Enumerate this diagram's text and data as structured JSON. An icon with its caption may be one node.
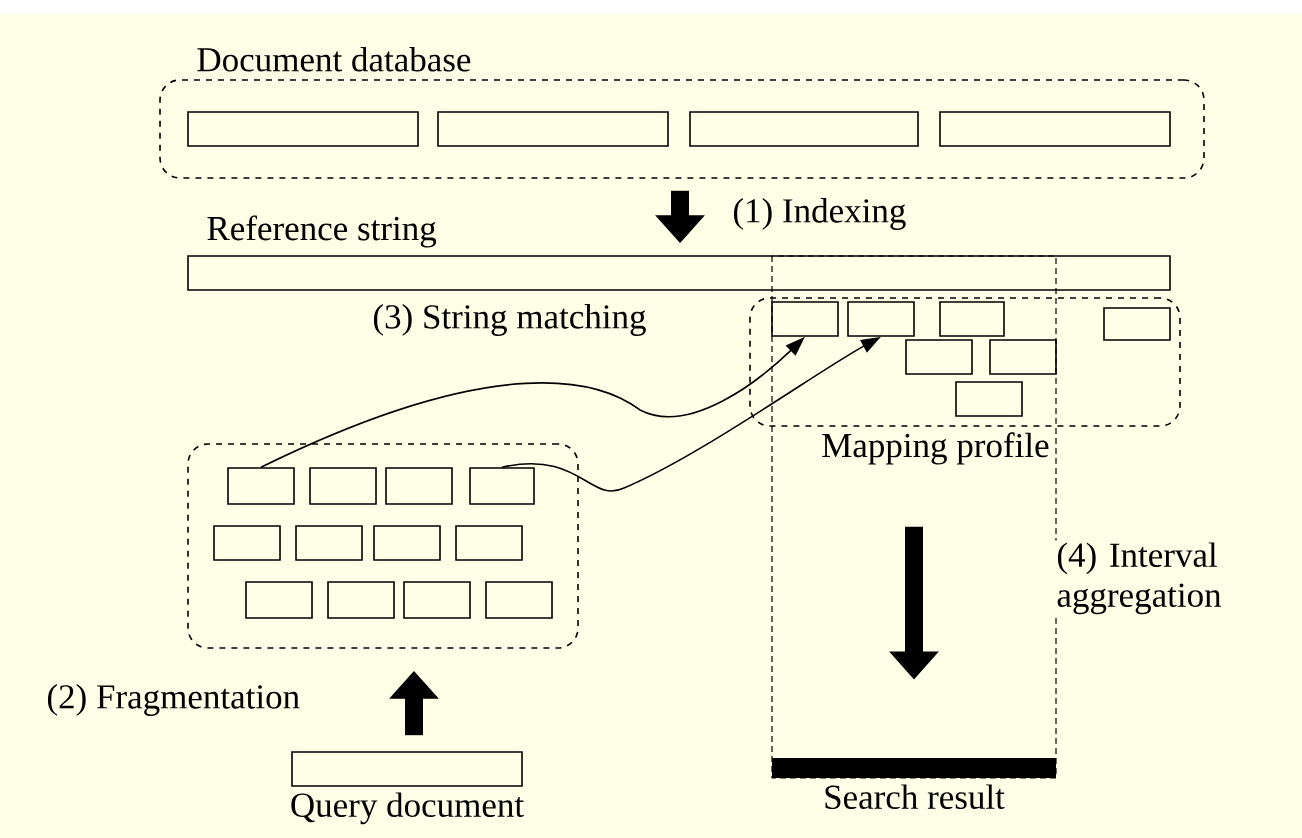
{
  "diagram": {
    "nodes": [
      {
        "text": [
          "Document database"
        ]
      },
      {
        "text": [],
        "shape": "box",
        "in": 0
      },
      {
        "text": [],
        "shape": "box",
        "in": 0
      },
      {
        "text": [],
        "shape": "box",
        "in": 0
      },
      {
        "text": [],
        "shape": "box",
        "in": 0
      },
      {
        "text": [
          "Reference string"
        ]
      },
      {
        "text": [
          "Mapping profile"
        ]
      },
      {
        "text": [],
        "shape": "box",
        "in": 6
      },
      {
        "text": [],
        "shape": "box",
        "in": 6
      },
      {
        "text": [],
        "shape": "box",
        "in": 6
      },
      {
        "text": [],
        "shape": "box",
        "in": 6
      },
      {
        "text": [],
        "shape": "box",
        "in": 6
      },
      {
        "text": [],
        "shape": "box",
        "in": 6
      },
      {
        "text": [],
        "shape": "box",
        "in": 6
      },
      {
        "text": [],
        "shape": "box"
      },
      {
        "text": [],
        "shape": "box",
        "in": 14
      },
      {
        "text": [],
        "shape": "box",
        "in": 14
      },
      {
        "text": [],
        "shape": "box",
        "in": 14
      },
      {
        "text": [],
        "shape": "box",
        "in": 14
      },
      {
        "text": [],
        "shape": "box",
        "in": 14
      },
      {
        "text": [],
        "shape": "box",
        "in": 14
      },
      {
        "text": [],
        "shape": "box",
        "in": 14
      },
      {
        "text": [],
        "shape": "box",
        "in": 14
      },
      {
        "text": [],
        "shape": "box",
        "in": 14
      },
      {
        "text": [],
        "shape": "box",
        "in": 14
      },
      {
        "text": [],
        "shape": "box",
        "in": 14
      },
      {
        "text": [],
        "shape": "box",
        "in": 14
      },
      {
        "text": [
          "Query document"
        ]
      },
      {
        "text": [
          "Search result"
        ]
      }
    ],
    "edges": [
      {
        "from": 0,
        "to": 5,
        "arrow": "to",
        "label": "(1) Indexing"
      },
      {
        "from": 27,
        "to": 14,
        "arrow": "to",
        "label": "(2) Fragmentation"
      },
      {
        "from": 15,
        "to": 7,
        "arrow": "to"
      },
      {
        "from": 18,
        "to": 8,
        "arrow": "to"
      },
      {
        "from": 6,
        "to": 28,
        "arrow": "to",
        "label": "(4) Interval aggregation"
      }
    ],
    "labels": [
      "(3) String matching"
    ]
  }
}
